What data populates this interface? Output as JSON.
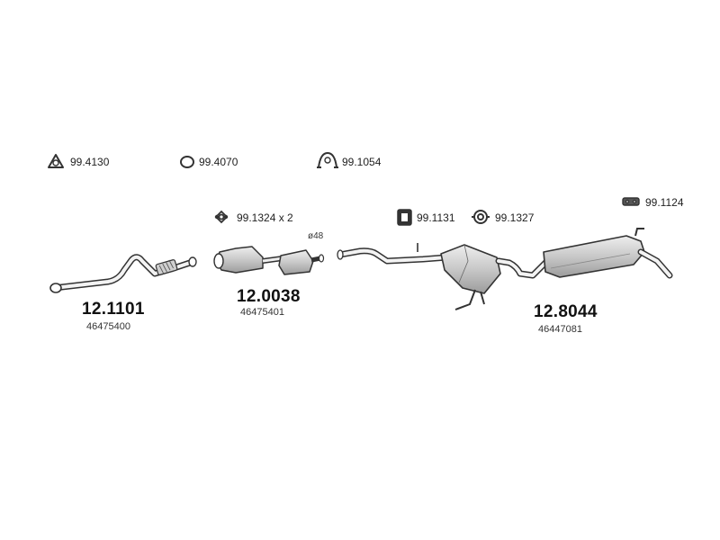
{
  "parts": {
    "gasket_a": {
      "number": "99.4130",
      "icon": "triangle-gasket-icon"
    },
    "gasket_b": {
      "number": "99.4070",
      "icon": "ring-gasket-icon"
    },
    "clamp": {
      "number": "99.1054",
      "icon": "pipe-clamp-icon"
    },
    "flange_bolts": {
      "number": "99.1324 x 2",
      "icon": "bolt-flange-icon"
    },
    "rubber_mount_a": {
      "number": "99.1131",
      "icon": "rubber-mount-icon"
    },
    "rubber_mount_b": {
      "number": "99.1327",
      "icon": "ring-hanger-icon"
    },
    "strap": {
      "number": "99.1124",
      "icon": "mounting-strap-icon"
    },
    "diameter": {
      "text": "ø48"
    }
  },
  "assemblies": {
    "front_pipe": {
      "part": "12.1101",
      "oem": "46475400"
    },
    "catalyst": {
      "part": "12.0038",
      "oem": "46475401"
    },
    "rear_system": {
      "part": "12.8044",
      "oem": "46447081"
    }
  },
  "colors": {
    "line": "#333333",
    "fill": "#d8d8d8",
    "fill_dark": "#b5b5b5"
  }
}
